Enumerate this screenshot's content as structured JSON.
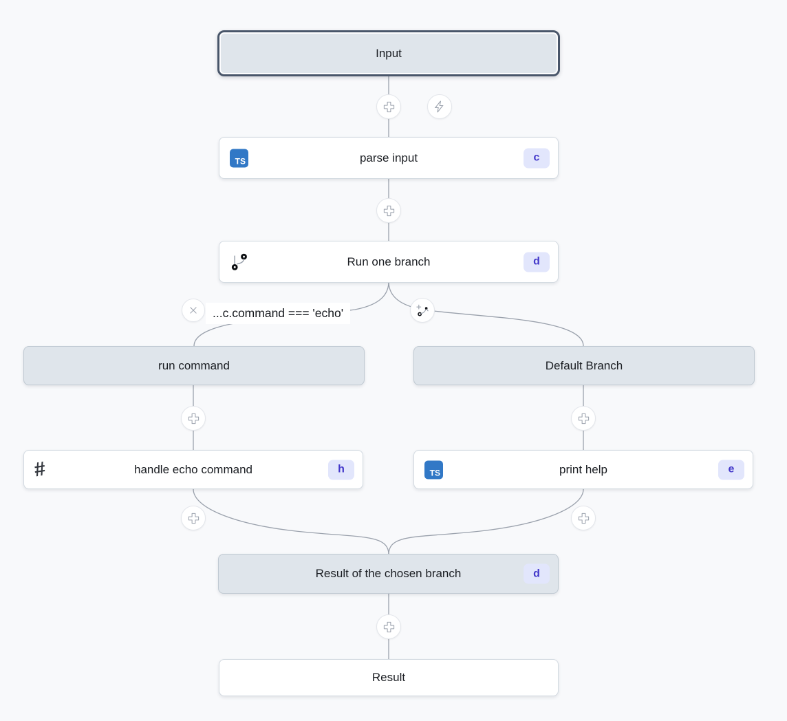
{
  "colors": {
    "canvas_bg": "#f8f9fb",
    "edge": "#9aa1ac",
    "node_white_bg": "#ffffff",
    "node_gray_bg": "#dfe5eb",
    "node_border": "#d3dae1",
    "gray_node_border": "#bfc9d2",
    "selected_border": "#49566a",
    "badge_bg": "#e2e6fc",
    "badge_text": "#4338ca",
    "typescript_blue": "#3178c6",
    "icon_dark": "#16181d"
  },
  "nodes": {
    "input": {
      "label": "Input"
    },
    "parse_input": {
      "label": "parse input",
      "badge": "c",
      "icon": "typescript-icon"
    },
    "run_one_branch": {
      "label": "Run one branch",
      "badge": "d",
      "icon": "git-branch-icon"
    },
    "run_command": {
      "label": "run command"
    },
    "default_branch": {
      "label": "Default Branch"
    },
    "handle_echo_command": {
      "label": "handle echo command",
      "badge": "h",
      "icon": "hash-icon"
    },
    "print_help": {
      "label": "print help",
      "badge": "e",
      "icon": "typescript-icon"
    },
    "result_branch": {
      "label": "Result of the chosen branch",
      "badge": "d"
    },
    "result": {
      "label": "Result"
    }
  },
  "branch": {
    "condition_label": "...c.command === 'echo'"
  },
  "icons": {
    "typescript": "TS",
    "hash": "#"
  }
}
